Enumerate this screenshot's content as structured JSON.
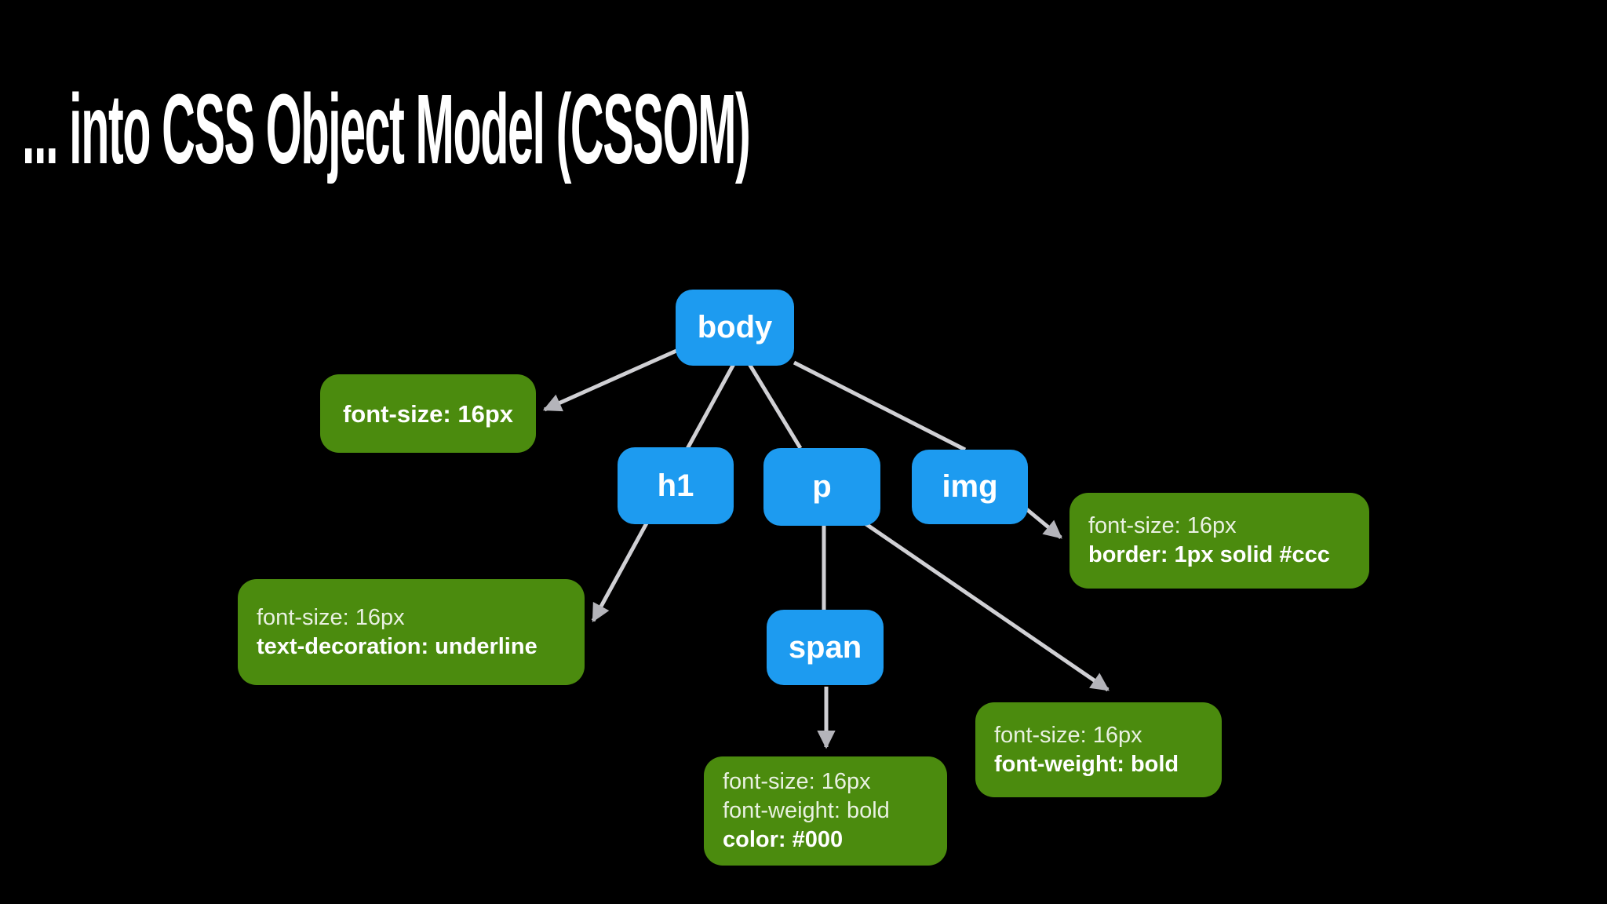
{
  "title": "... into CSS Object Model (CSSOM)",
  "colors": {
    "background": "#000000",
    "node_blue": "#1d9bf0",
    "style_green": "#4b8b0e",
    "connector_gray": "#d0d0d4",
    "arrowhead_gray": "#b4b4ba",
    "text_white": "#ffffff"
  },
  "tree": {
    "nodes": {
      "body": {
        "label": "body"
      },
      "h1": {
        "label": "h1"
      },
      "p": {
        "label": "p"
      },
      "img": {
        "label": "img"
      },
      "span": {
        "label": "span"
      }
    },
    "style_boxes": {
      "body_style": {
        "lines": [
          {
            "text": "font-size: 16px",
            "bold": true
          }
        ]
      },
      "h1_style": {
        "lines": [
          {
            "text": "font-size: 16px",
            "bold": false
          },
          {
            "text": "text-decoration: underline",
            "bold": true
          }
        ]
      },
      "img_style": {
        "lines": [
          {
            "text": "font-size: 16px",
            "bold": false
          },
          {
            "text": "border: 1px solid #ccc",
            "bold": true
          }
        ]
      },
      "span_style": {
        "lines": [
          {
            "text": "font-size: 16px",
            "bold": false
          },
          {
            "text": "font-weight: bold",
            "bold": false
          },
          {
            "text": "color: #000",
            "bold": true
          }
        ]
      },
      "p_style": {
        "lines": [
          {
            "text": "font-size: 16px",
            "bold": false
          },
          {
            "text": "font-weight: bold",
            "bold": true
          }
        ]
      }
    },
    "edges": [
      {
        "from": "body",
        "to": "body_style",
        "arrowhead": true
      },
      {
        "from": "body",
        "to": "h1",
        "arrowhead": false
      },
      {
        "from": "body",
        "to": "p",
        "arrowhead": false
      },
      {
        "from": "body",
        "to": "img",
        "arrowhead": false
      },
      {
        "from": "h1",
        "to": "h1_style",
        "arrowhead": true
      },
      {
        "from": "img",
        "to": "img_style",
        "arrowhead": true
      },
      {
        "from": "p",
        "to": "span",
        "arrowhead": false
      },
      {
        "from": "p",
        "to": "p_style",
        "arrowhead": true
      },
      {
        "from": "span",
        "to": "span_style",
        "arrowhead": true
      }
    ]
  }
}
